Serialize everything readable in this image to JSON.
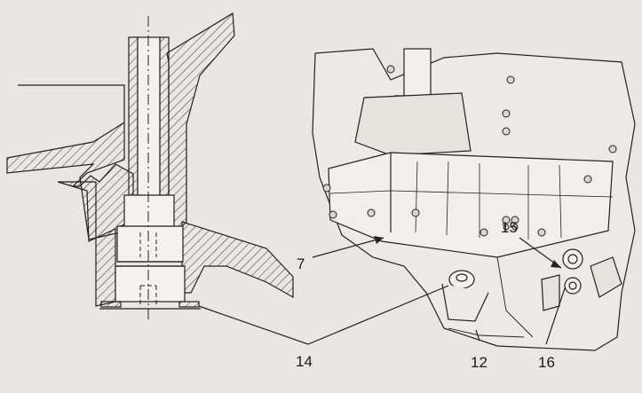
{
  "diagram": {
    "callouts": [
      {
        "id": "7",
        "text": "7"
      },
      {
        "id": "15",
        "text": "15"
      },
      {
        "id": "14",
        "text": "14"
      },
      {
        "id": "12",
        "text": "12"
      },
      {
        "id": "16",
        "text": "16"
      }
    ]
  }
}
